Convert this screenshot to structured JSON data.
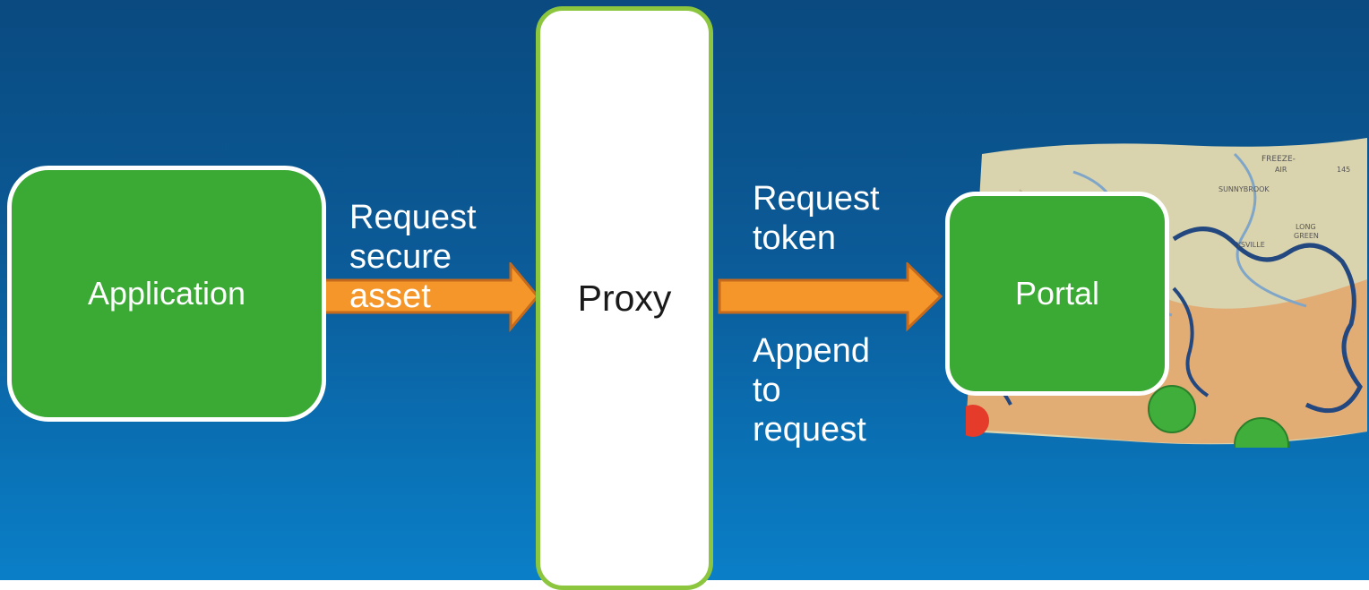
{
  "diagram": {
    "nodes": {
      "application": {
        "label": "Application"
      },
      "proxy": {
        "label": "Proxy"
      },
      "portal": {
        "label": "Portal"
      }
    },
    "edges": {
      "app_to_proxy": {
        "label_lines": [
          "Request",
          "secure",
          "asset"
        ]
      },
      "proxy_to_portal_top": {
        "label_lines": [
          "Request",
          "token"
        ]
      },
      "proxy_to_portal_bottom": {
        "label_lines": [
          "Append",
          "to",
          "request"
        ]
      }
    },
    "map_labels": [
      "FREEZE-",
      "AIR",
      "SUNNYBROOK",
      "LONG",
      "GREEN",
      "YSVILLE",
      "145"
    ],
    "colors": {
      "node_fill": "#3aaa35",
      "node_border": "#ffffff",
      "proxy_fill": "#ffffff",
      "proxy_border": "#8cc63e",
      "arrow_fill": "#f4962a",
      "arrow_stroke": "#c56a1c",
      "background_top": "#0a4a80",
      "background_bottom": "#0a7fc8"
    }
  }
}
